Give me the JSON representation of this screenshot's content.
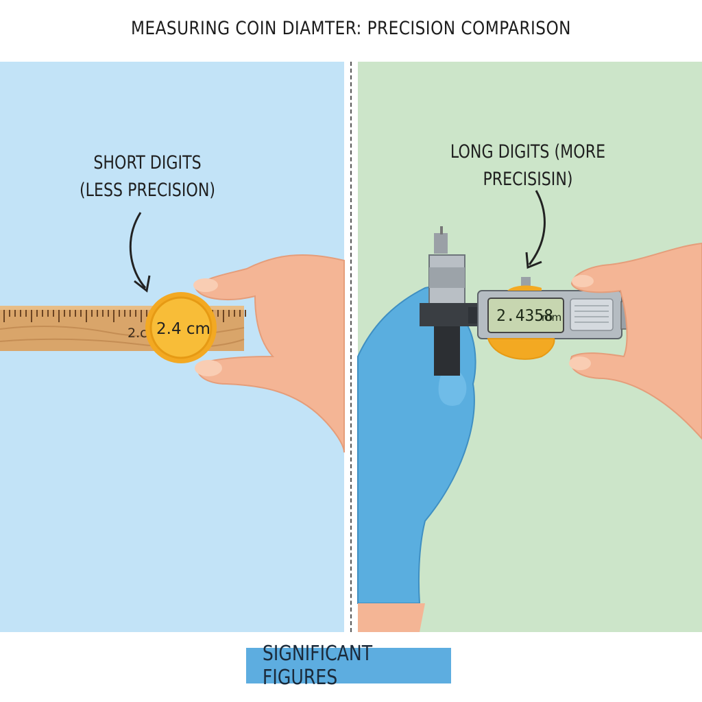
{
  "title": "MEASURING COIN DIAMTER: PRECISION COMPARISON",
  "left_panel": {
    "label_line1": "SHORT DIGITS",
    "label_line2": "(LESS PRECISION)",
    "ruler_mark": "2.cm",
    "coin_reading": "2.4 cm"
  },
  "right_panel": {
    "label_line1": "LONG DIGITS (MORE",
    "label_line2": "PRECISISIN)",
    "display_value": "2.4358",
    "display_unit": "mm"
  },
  "footer": "SIGNIFICANT FIGURES",
  "colors": {
    "left_bg": "#c2e3f7",
    "right_bg": "#cce5c9",
    "coin": "#f6b730",
    "glove": "#5aaedf",
    "skin": "#f4b595",
    "badge": "#5dade0"
  }
}
